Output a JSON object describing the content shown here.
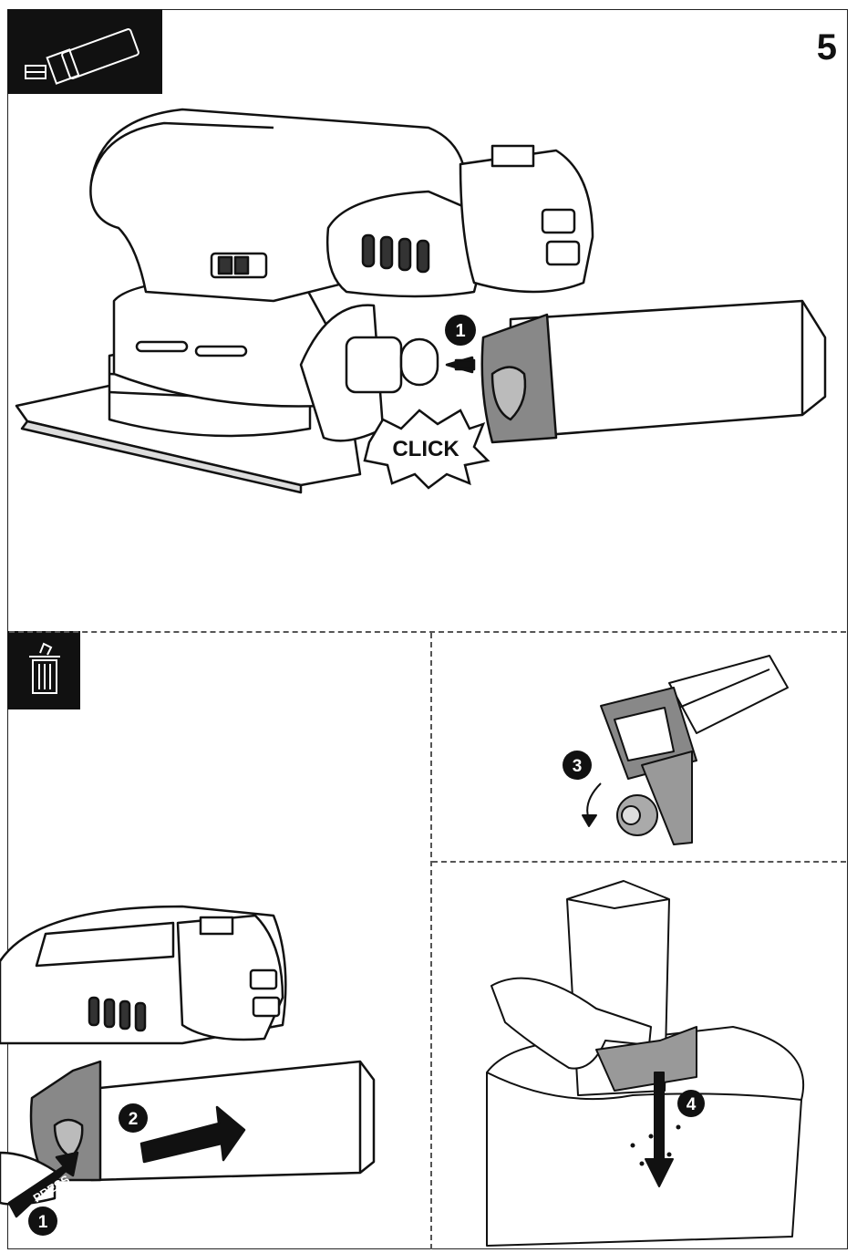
{
  "page_number": "5",
  "panel_main": {
    "step_number": "1",
    "click_label": "CLICK"
  },
  "panel_remove": {
    "step_press_number": "1",
    "press_label": "PRESS",
    "step_pull_number": "2"
  },
  "panel_open": {
    "step_number": "3"
  },
  "panel_empty": {
    "step_number": "4"
  },
  "icons": {
    "top_tab": "dust-box-attach-icon",
    "bottom_tab": "trash-bin-icon"
  },
  "colors": {
    "ink": "#111111",
    "tab_bg": "#111111",
    "paper": "#ffffff",
    "grey_part": "#7a7a7a"
  }
}
